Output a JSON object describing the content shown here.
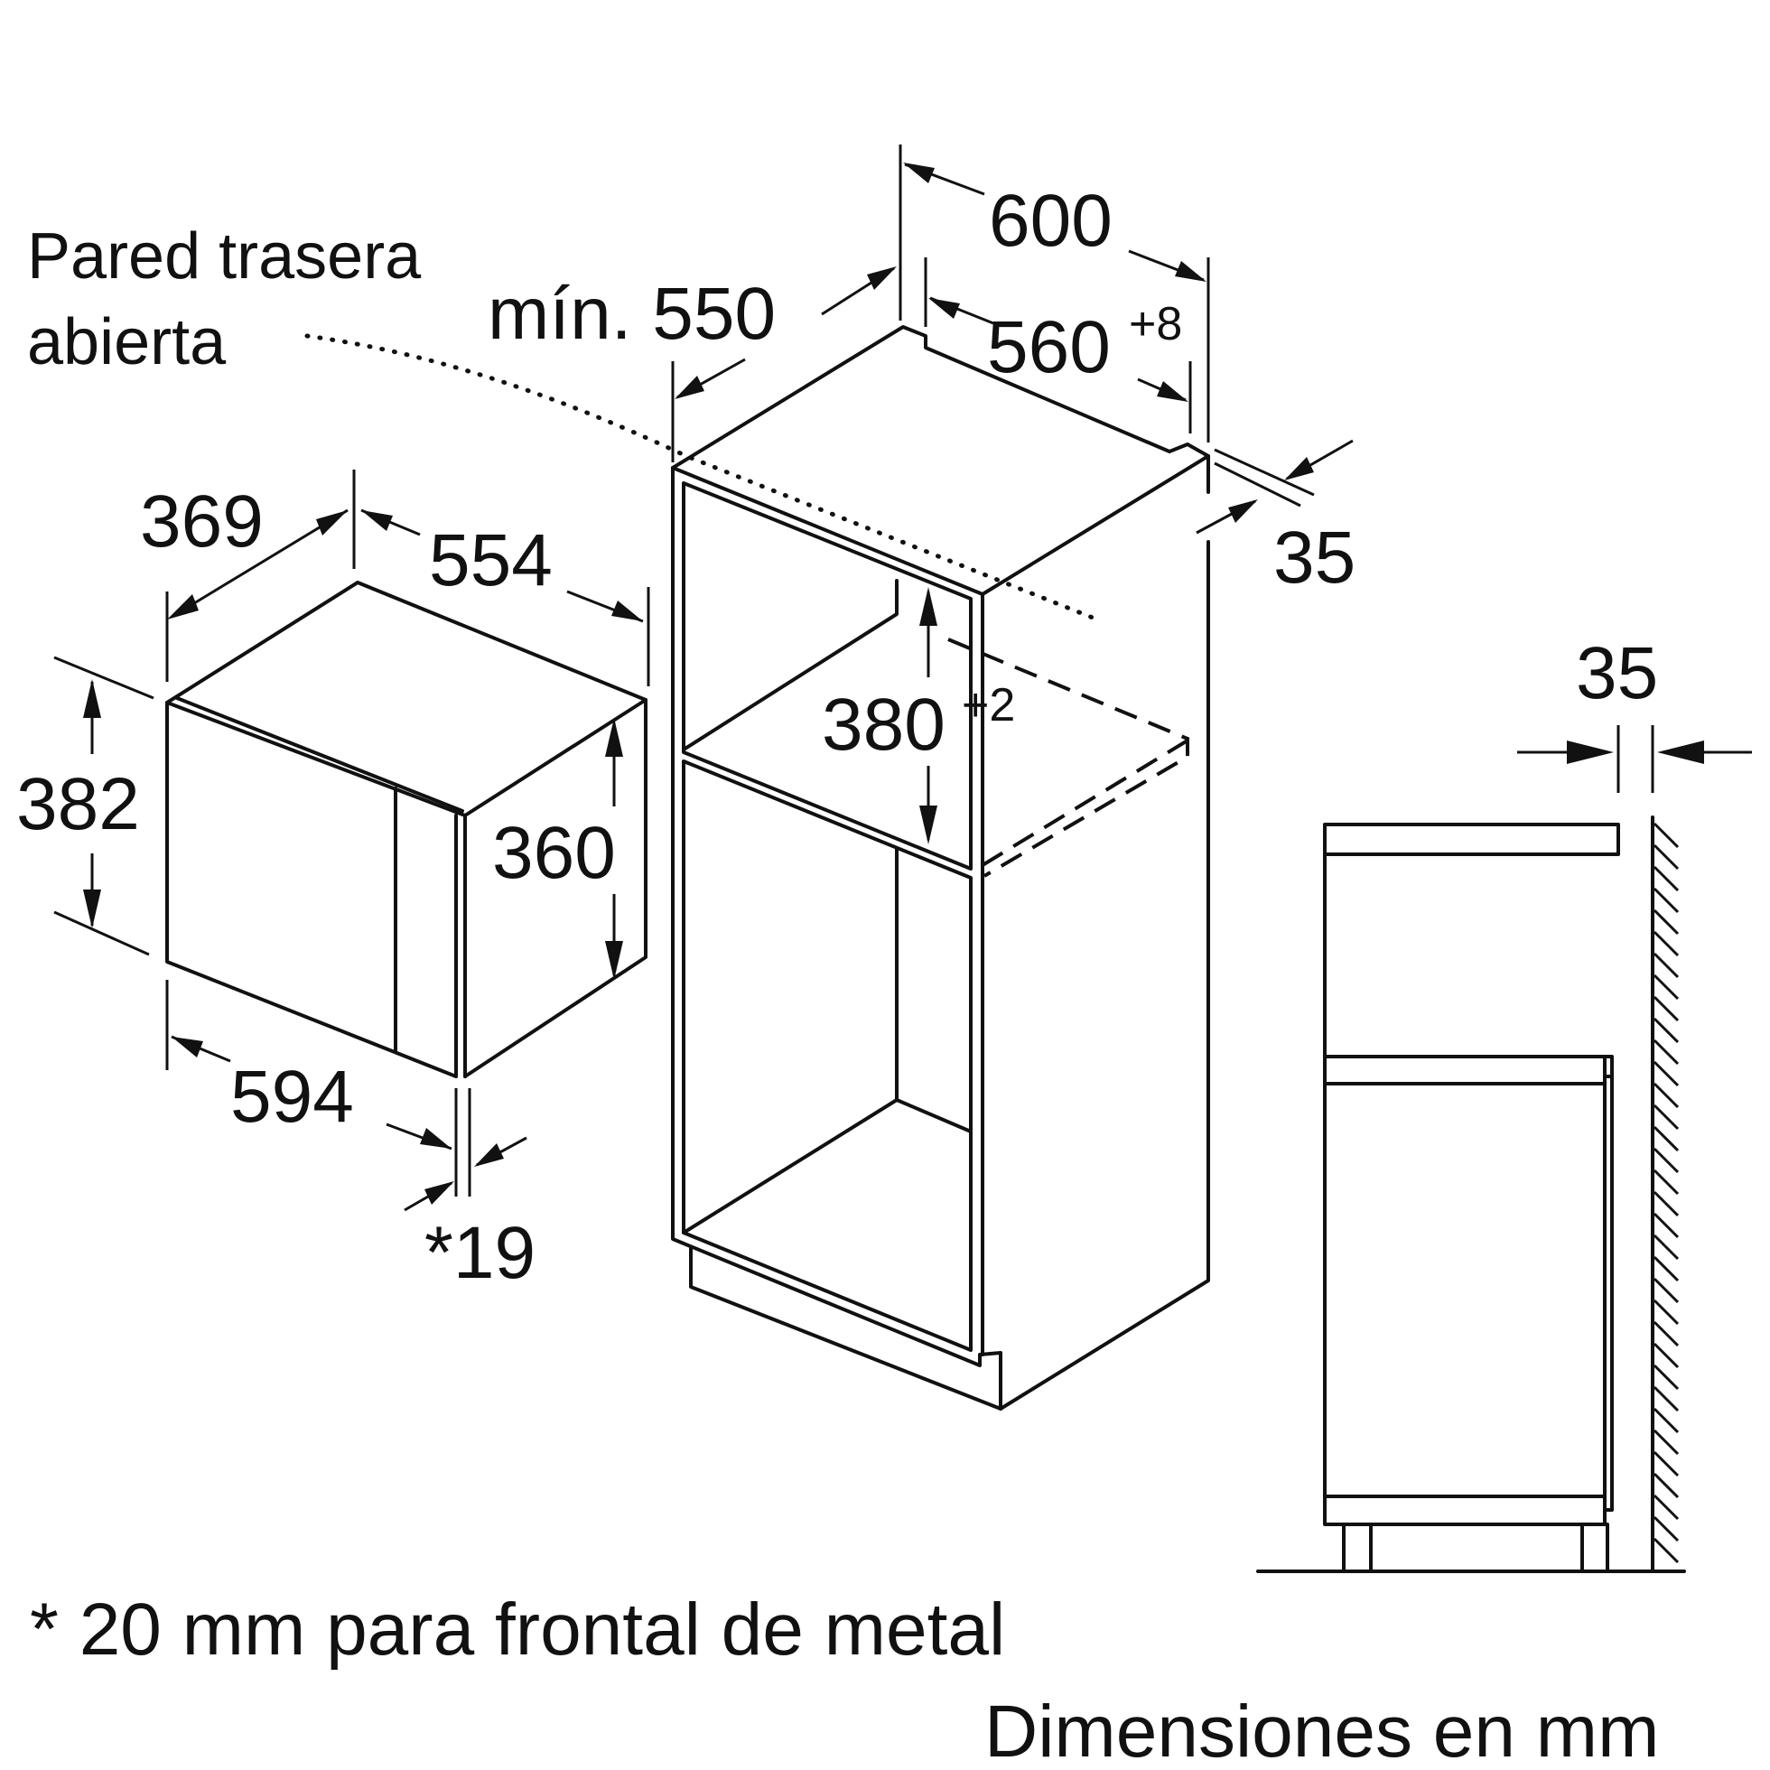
{
  "labels": {
    "open_back_wall_line1": "Pared trasera",
    "open_back_wall_line2": "abierta",
    "min_depth": "mín. 550",
    "niche_width": "600",
    "niche_inner_width": "560",
    "niche_inner_width_tol": "+8",
    "side_thickness": "35",
    "niche_height": "380",
    "niche_height_tol": "+2",
    "appliance_depth": "369",
    "appliance_depth_2": "554",
    "appliance_height": "382",
    "appliance_inner_height": "360",
    "appliance_width": "594",
    "front_thickness": "*19",
    "gap_side": "35",
    "footnote": "* 20 mm para frontal de metal",
    "units": "Dimensiones en mm"
  }
}
